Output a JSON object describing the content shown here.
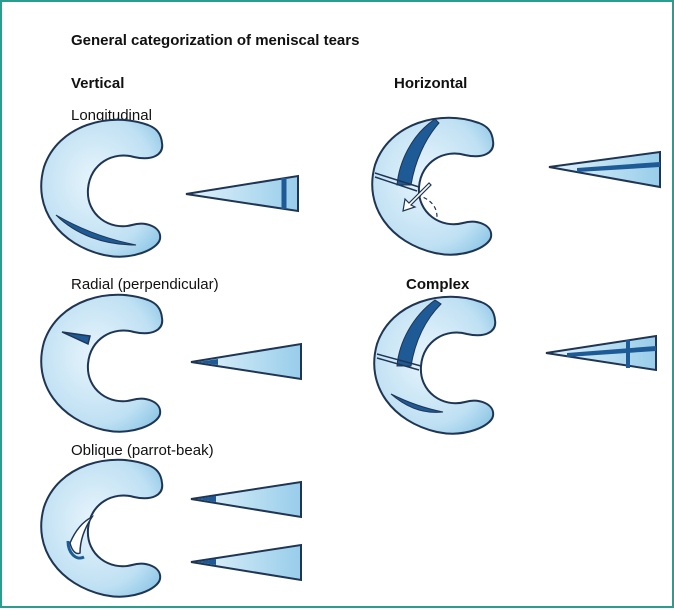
{
  "title": "General categorization of meniscal tears",
  "categories": {
    "vertical": {
      "heading": "Vertical",
      "types": {
        "longitudinal": "Longitudinal",
        "radial": "Radial (perpendicular)",
        "oblique": "Oblique (parrot-beak)"
      }
    },
    "horizontal": {
      "heading": "Horizontal"
    },
    "complex": {
      "heading": "Complex"
    }
  },
  "colors": {
    "frame": "#2a9d8f",
    "meniscus_fill": "#cfe9f7",
    "meniscus_outline": "#1f3554",
    "tear_dark": "#1d5a96"
  }
}
